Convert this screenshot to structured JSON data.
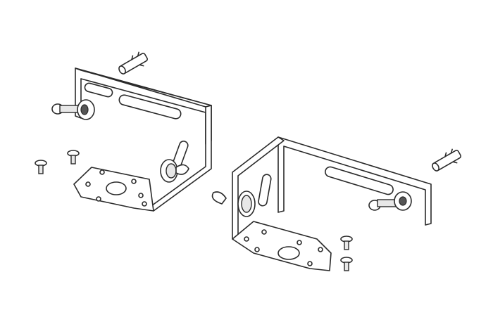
{
  "diagram": {
    "parts": [
      "left-bracket",
      "right-bracket",
      "wing-screw",
      "wall-anchor",
      "small-screw"
    ],
    "colors": {
      "line": "#2a2a2a",
      "fill": "#ffffff",
      "shade": "#e8e8e8"
    }
  }
}
